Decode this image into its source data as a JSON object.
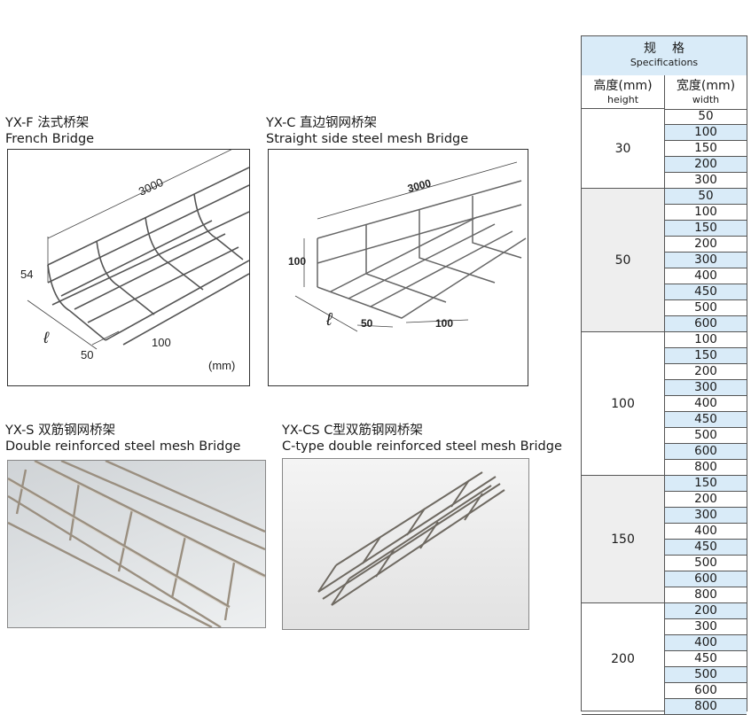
{
  "products": [
    {
      "id": "yx-f",
      "code_cn": "YX-F  法式桥架",
      "name_en": "French Bridge",
      "dims": {
        "length": "3000",
        "height": "54",
        "length_symbol": "ℓ",
        "dim_a": "50",
        "dim_b": "100",
        "unit": "(mm)"
      }
    },
    {
      "id": "yx-c",
      "code_cn": "YX-C  直边钢网桥架",
      "name_en": "Straight side steel mesh Bridge",
      "dims": {
        "length": "3000",
        "height": "100",
        "length_symbol": "ℓ",
        "dim_a": "50",
        "dim_b": "100"
      }
    },
    {
      "id": "yx-s",
      "code_cn": "YX-S  双筋钢网桥架",
      "name_en": "Double reinforced steel mesh Bridge"
    },
    {
      "id": "yx-cs",
      "code_cn": "YX-CS  C型双筋钢网桥架",
      "name_en": "C-type double reinforced steel mesh Bridge"
    }
  ],
  "spec_table": {
    "title_cn": "规格",
    "title_en": "Specifications",
    "height_header_cn": "高度(mm)",
    "height_header_en": "height",
    "width_header_cn": "宽度(mm)",
    "width_header_en": "width",
    "groups": [
      {
        "height": "30",
        "widths": [
          "50",
          "100",
          "150",
          "200",
          "300"
        ]
      },
      {
        "height": "50",
        "widths": [
          "50",
          "100",
          "150",
          "200",
          "300",
          "400",
          "450",
          "500",
          "600"
        ]
      },
      {
        "height": "100",
        "widths": [
          "100",
          "150",
          "200",
          "300",
          "400",
          "450",
          "500",
          "600",
          "800"
        ]
      },
      {
        "height": "150",
        "widths": [
          "150",
          "200",
          "300",
          "400",
          "450",
          "500",
          "600",
          "800"
        ]
      },
      {
        "height": "200",
        "widths": [
          "200",
          "300",
          "400",
          "450",
          "500",
          "600",
          "800"
        ]
      }
    ],
    "colors": {
      "header_blue": "#d9ebf8",
      "row_blue": "#d9ebf8",
      "grey_group": "#eeeeee"
    }
  }
}
